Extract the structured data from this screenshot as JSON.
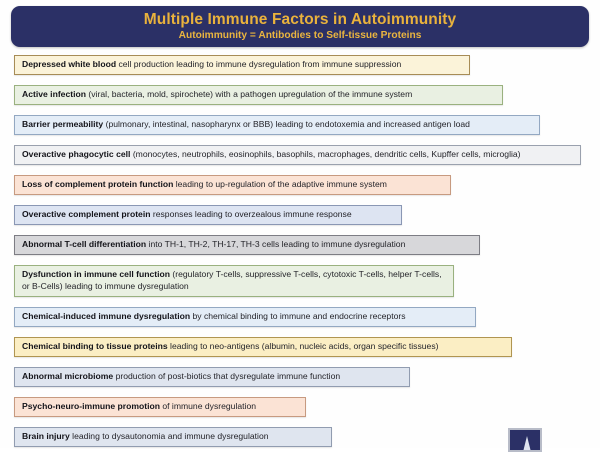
{
  "header": {
    "title": "Multiple Immune Factors in Autoimmunity",
    "subtitle": "Autoimmunity  = Antibodies to Self-tissue Proteins",
    "background_color": "#2b3066",
    "title_color": "#e9b23c"
  },
  "factors": [
    {
      "lead": "Depressed white blood",
      "rest": " cell production leading to immune dysregulation from immune suppression",
      "fill": "#fbf3d9",
      "border": "#a78c56"
    },
    {
      "lead": "Active infection",
      "rest": " (viral, bacteria, mold, spirochete) with a pathogen upregulation of the immune system",
      "fill": "#e9f0e2",
      "border": "#9ab17f"
    },
    {
      "lead": "Barrier permeability",
      "rest": " (pulmonary, intestinal, nasopharynx or BBB) leading to endotoxemia and increased antigen load",
      "fill": "#e4edf7",
      "border": "#93a8c2"
    },
    {
      "lead": "Overactive phagocytic cell",
      "rest": " (monocytes, neutrophils, eosinophils, basophils, macrophages, dendritic cells, Kupffer cells, microglia)",
      "fill": "#f0f1f3",
      "border": "#9aa1ae"
    },
    {
      "lead": "Loss of complement protein function",
      "rest": " leading to up-regulation of the adaptive immune system",
      "fill": "#fbe3d5",
      "border": "#c79a80"
    },
    {
      "lead": "Overactive complement protein",
      "rest": " responses leading to overzealous immune response",
      "fill": "#dde4f2",
      "border": "#8a97b4"
    },
    {
      "lead": "Abnormal T-cell differentiation",
      "rest": " into TH-1, TH-2, TH-17, TH-3 cells leading to immune dysregulation",
      "fill": "#d7d7da",
      "border": "#7d7d84"
    },
    {
      "lead": "Dysfunction in immune cell function",
      "rest": " (regulatory T-cells, suppressive T-cells, cytotoxic T-cells, helper T-cells, or B-Cells) leading to immune dysregulation",
      "fill": "#e9f0e2",
      "border": "#9ab17f"
    },
    {
      "lead": "Chemical-induced immune dysregulation",
      "rest": " by chemical binding to immune and endocrine receptors",
      "fill": "#e4edf7",
      "border": "#93a8c2"
    },
    {
      "lead": "Chemical binding to tissue proteins",
      "rest": " leading to neo-antigens (albumin, nucleic acids, organ specific tissues)",
      "fill": "#fbeec4",
      "border": "#b09551"
    },
    {
      "lead": "Abnormal microbiome",
      "rest": " production of post-biotics that dysregulate immune function",
      "fill": "#dfe5ef",
      "border": "#919cb0"
    },
    {
      "lead": "Psycho-neuro-immune promotion",
      "rest": " of immune dysregulation",
      "fill": "#fbe3d5",
      "border": "#c79a80"
    },
    {
      "lead": "Brain injury",
      "rest": " leading to dysautonomia and immune dysregulation",
      "fill": "#dfe5ef",
      "border": "#919cb0"
    }
  ],
  "logo": {
    "name": "flame-logo",
    "background_color": "#2b3066",
    "flame_color": "#dfe3ef"
  }
}
